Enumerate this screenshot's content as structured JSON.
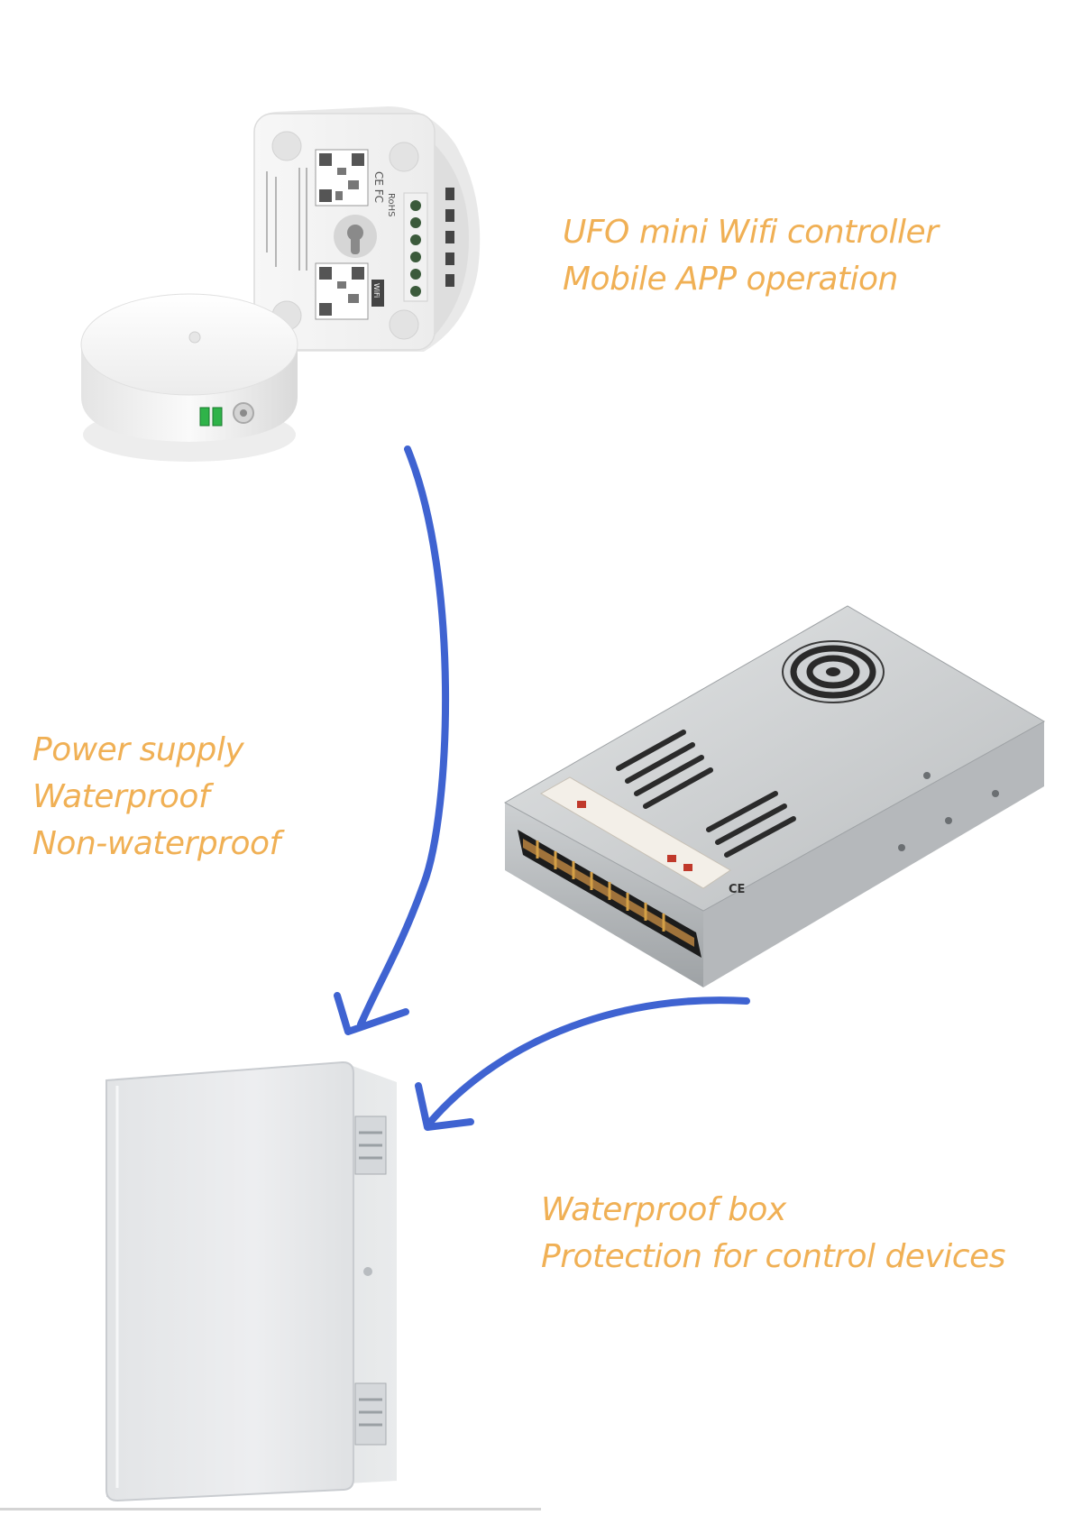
{
  "labels": {
    "controller": {
      "line1": "UFO mini Wifi controller",
      "line2": "Mobile APP operation"
    },
    "power_supply": {
      "line1": "Power supply",
      "line2": "Waterproof",
      "line3": "Non-waterproof"
    },
    "box": {
      "line1": "Waterproof box",
      "line2": "Protection for control devices"
    }
  },
  "colors": {
    "label_text": "#f0b055",
    "arrow": "#3f63d1",
    "background": "#ffffff"
  },
  "product_marks": {
    "controller_back_rohs": "RoHS",
    "controller_back_ce_fc": "CE FC",
    "controller_back_wifi": "WiFi",
    "psu_ce": "CE"
  }
}
